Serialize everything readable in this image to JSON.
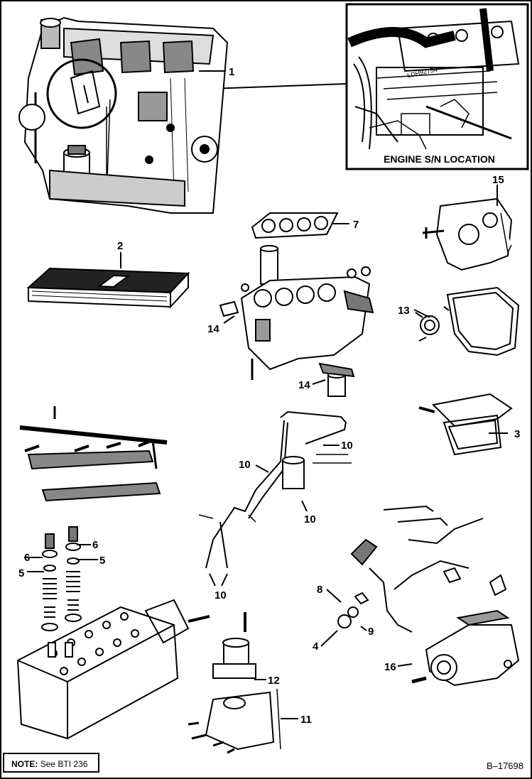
{
  "diagram": {
    "inset": {
      "caption": "ENGINE S/N LOCATION",
      "serial_stamp": "LDH92754"
    },
    "note": {
      "prefix": "NOTE:",
      "text": "See BTI 236"
    },
    "document_number": "B–17698",
    "callouts": [
      "1",
      "2",
      "3",
      "4",
      "5",
      "5",
      "6",
      "6",
      "7",
      "8",
      "9",
      "10",
      "10",
      "10",
      "10",
      "11",
      "12",
      "13",
      "14",
      "14",
      "15",
      "16"
    ]
  }
}
